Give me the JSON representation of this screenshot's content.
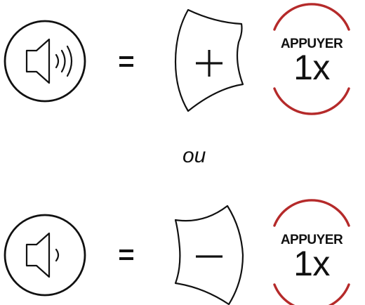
{
  "equals": "=",
  "separator": "ou",
  "press_badge": {
    "label": "APPUYER",
    "count": "1x",
    "accent": "#b52a2a"
  },
  "rows": [
    {
      "action": "volume-up",
      "button": "+"
    },
    {
      "action": "volume-down",
      "button": "−"
    }
  ]
}
